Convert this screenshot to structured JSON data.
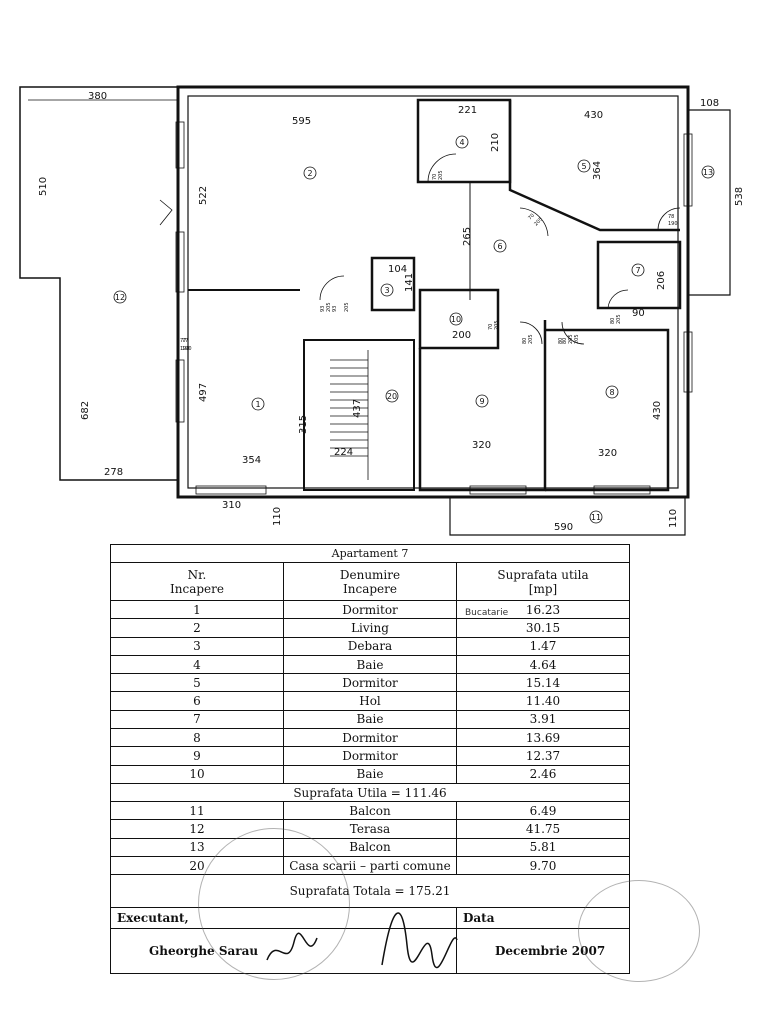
{
  "plan": {
    "dimensions": [
      "380",
      "595",
      "221",
      "430",
      "108",
      "510",
      "522",
      "210",
      "364",
      "538",
      "265",
      "104",
      "141",
      "206",
      "90",
      "93",
      "205",
      "200",
      "77",
      "190",
      "497",
      "682",
      "315",
      "437",
      "224",
      "278",
      "354",
      "310",
      "110",
      "320",
      "320",
      "430",
      "590",
      "110"
    ],
    "room_numbers": [
      "1",
      "2",
      "3",
      "4",
      "5",
      "6",
      "7",
      "8",
      "9",
      "10",
      "11",
      "12",
      "13",
      "20"
    ],
    "door_labels": [
      "70",
      "205",
      "70",
      "205",
      "70",
      "205",
      "80",
      "205",
      "80",
      "205",
      "80",
      "205",
      "80",
      "205",
      "77",
      "190",
      "78",
      "190",
      "93",
      "205"
    ]
  },
  "table": {
    "title": "Apartament 7",
    "headers": [
      "Nr.\nIncapere",
      "Denumire\nIncapere",
      "Suprafata utila\n[mp]"
    ],
    "rows": [
      {
        "nr": "1",
        "name": "Dormitor",
        "area": "16.23"
      },
      {
        "nr": "2",
        "name": "Living",
        "area": "30.15"
      },
      {
        "nr": "3",
        "name": "Debara",
        "area": "1.47"
      },
      {
        "nr": "4",
        "name": "Baie",
        "area": "4.64"
      },
      {
        "nr": "5",
        "name": "Dormitor",
        "area": "15.14"
      },
      {
        "nr": "6",
        "name": "Hol",
        "area": "11.40"
      },
      {
        "nr": "7",
        "name": "Baie",
        "area": "3.91"
      },
      {
        "nr": "8",
        "name": "Dormitor",
        "area": "13.69"
      },
      {
        "nr": "9",
        "name": "Dormitor",
        "area": "12.37"
      },
      {
        "nr": "10",
        "name": "Baie",
        "area": "2.46"
      }
    ],
    "subtotal": "Suprafata Utila = 111.46",
    "rows2": [
      {
        "nr": "11",
        "name": "Balcon",
        "area": "6.49"
      },
      {
        "nr": "12",
        "name": "Terasa",
        "area": "41.75"
      },
      {
        "nr": "13",
        "name": "Balcon",
        "area": "5.81"
      },
      {
        "nr": "20",
        "name": "Casa scarii – parti comune",
        "area": "9.70"
      }
    ],
    "total": "Suprafata Totala = 175.21",
    "executant_label": "Executant,",
    "data_label": "Data",
    "executant_name": "Gheorghe Sarau",
    "date_text": "Decembrie 2007",
    "handnote": "Bucatarie"
  }
}
